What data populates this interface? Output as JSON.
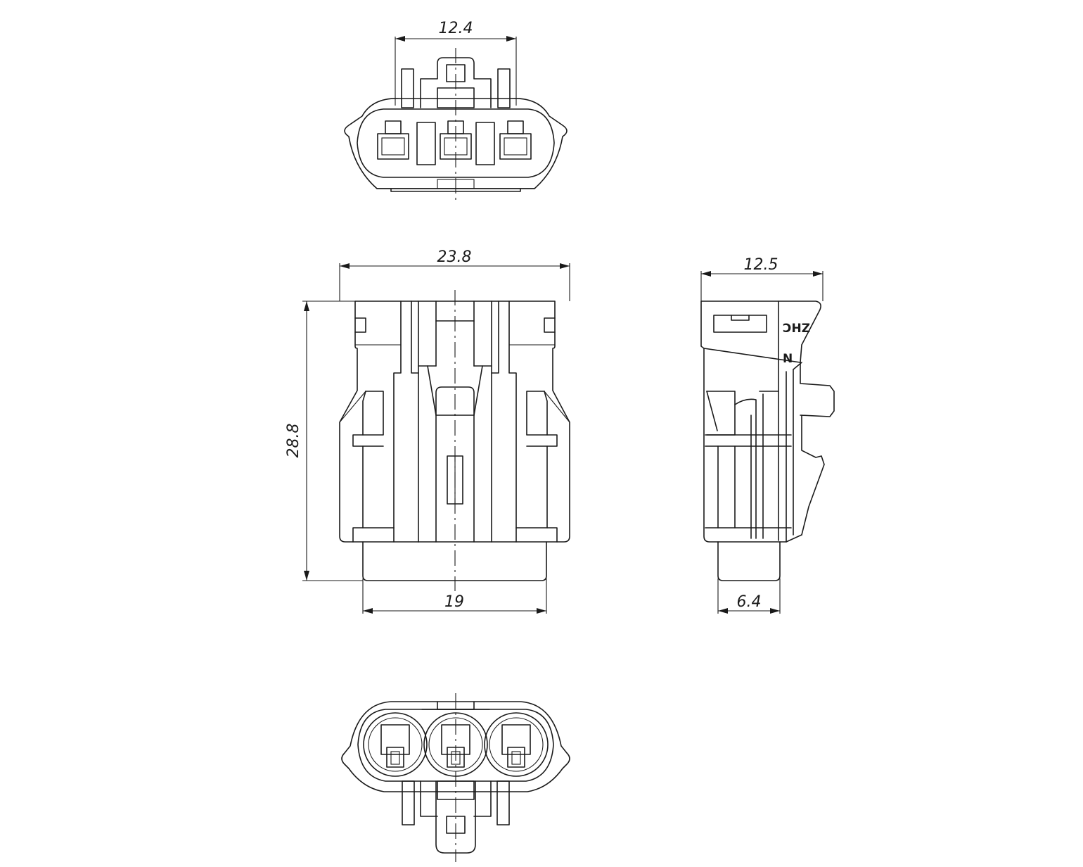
{
  "dimensions": {
    "top_width": "12.4",
    "front_width": "23.8",
    "front_height": "28.8",
    "front_base_width": "19",
    "side_width": "12.5",
    "side_base_width": "6.4"
  },
  "side_marks": {
    "brand": "ƆHZ",
    "letter": "N"
  }
}
